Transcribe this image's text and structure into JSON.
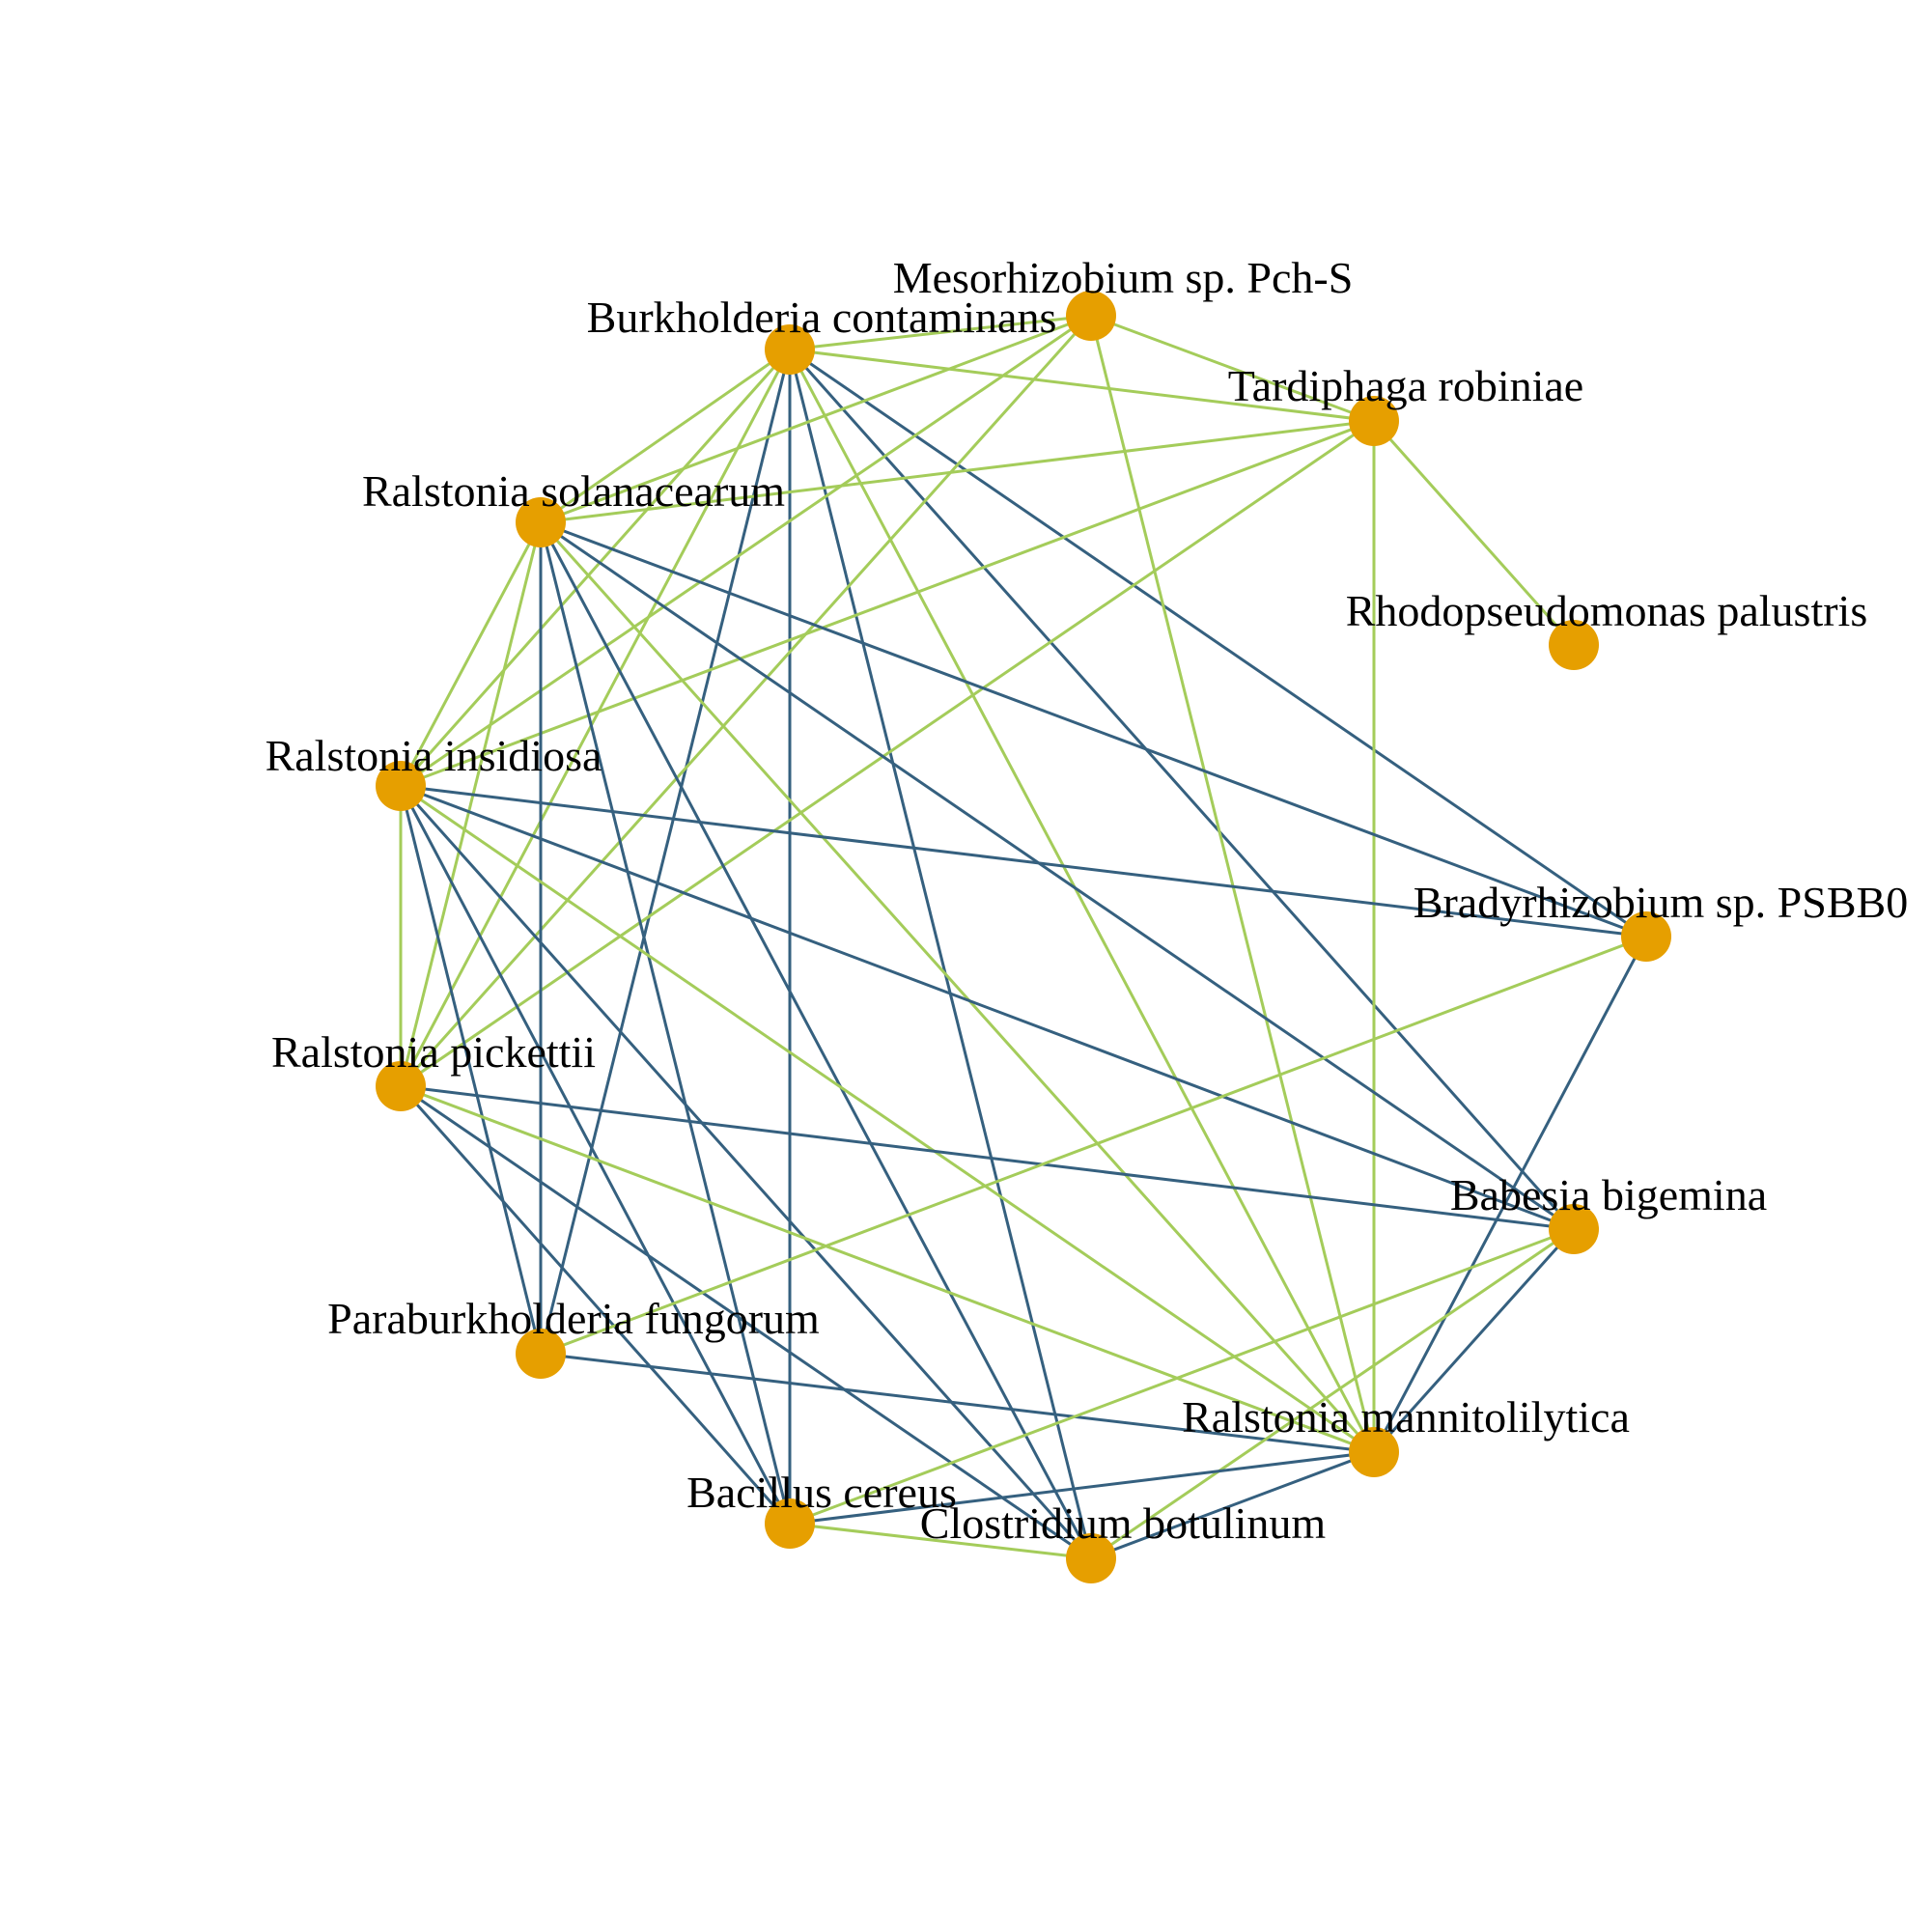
{
  "colors": {
    "node": "#E69F00",
    "positive_edge": "#A4CC5A",
    "negative_edge": "#35607F",
    "label": "#000000"
  },
  "nodes": [
    {
      "id": "mesorhizobium",
      "label": "Mesorhizobium sp. Pch-S"
    },
    {
      "id": "tardiphaga",
      "label": "Tardiphaga robiniae"
    },
    {
      "id": "rhodopseudomonas",
      "label": "Rhodopseudomonas palustris"
    },
    {
      "id": "bradyrhizobium",
      "label": "Bradyrhizobium sp. PSBB0"
    },
    {
      "id": "babesia",
      "label": "Babesia bigemina"
    },
    {
      "id": "r_mannitolilytica",
      "label": "Ralstonia mannitolilytica"
    },
    {
      "id": "clostridium",
      "label": "Clostridium botulinum"
    },
    {
      "id": "bacillus",
      "label": "Bacillus cereus"
    },
    {
      "id": "paraburkholderia",
      "label": "Paraburkholderia fungorum"
    },
    {
      "id": "r_pickettii",
      "label": "Ralstonia pickettii"
    },
    {
      "id": "r_insidiosa",
      "label": "Ralstonia insidiosa"
    },
    {
      "id": "r_solanacearum",
      "label": "Ralstonia solanacearum"
    },
    {
      "id": "burkholderia",
      "label": "Burkholderia contaminans"
    }
  ],
  "edges": [
    {
      "source": "burkholderia",
      "target": "mesorhizobium",
      "sign": "positive"
    },
    {
      "source": "burkholderia",
      "target": "tardiphaga",
      "sign": "positive"
    },
    {
      "source": "burkholderia",
      "target": "r_solanacearum",
      "sign": "positive"
    },
    {
      "source": "burkholderia",
      "target": "r_insidiosa",
      "sign": "positive"
    },
    {
      "source": "burkholderia",
      "target": "r_pickettii",
      "sign": "positive"
    },
    {
      "source": "burkholderia",
      "target": "r_mannitolilytica",
      "sign": "positive"
    },
    {
      "source": "burkholderia",
      "target": "paraburkholderia",
      "sign": "negative"
    },
    {
      "source": "burkholderia",
      "target": "bacillus",
      "sign": "negative"
    },
    {
      "source": "burkholderia",
      "target": "clostridium",
      "sign": "negative"
    },
    {
      "source": "burkholderia",
      "target": "babesia",
      "sign": "negative"
    },
    {
      "source": "burkholderia",
      "target": "bradyrhizobium",
      "sign": "negative"
    },
    {
      "source": "mesorhizobium",
      "target": "tardiphaga",
      "sign": "positive"
    },
    {
      "source": "mesorhizobium",
      "target": "r_solanacearum",
      "sign": "positive"
    },
    {
      "source": "mesorhizobium",
      "target": "r_insidiosa",
      "sign": "positive"
    },
    {
      "source": "mesorhizobium",
      "target": "r_pickettii",
      "sign": "positive"
    },
    {
      "source": "mesorhizobium",
      "target": "r_mannitolilytica",
      "sign": "positive"
    },
    {
      "source": "tardiphaga",
      "target": "rhodopseudomonas",
      "sign": "positive"
    },
    {
      "source": "tardiphaga",
      "target": "r_solanacearum",
      "sign": "positive"
    },
    {
      "source": "tardiphaga",
      "target": "r_insidiosa",
      "sign": "positive"
    },
    {
      "source": "tardiphaga",
      "target": "r_pickettii",
      "sign": "positive"
    },
    {
      "source": "tardiphaga",
      "target": "r_mannitolilytica",
      "sign": "positive"
    },
    {
      "source": "r_solanacearum",
      "target": "r_insidiosa",
      "sign": "positive"
    },
    {
      "source": "r_solanacearum",
      "target": "r_pickettii",
      "sign": "positive"
    },
    {
      "source": "r_solanacearum",
      "target": "r_mannitolilytica",
      "sign": "positive"
    },
    {
      "source": "r_solanacearum",
      "target": "paraburkholderia",
      "sign": "negative"
    },
    {
      "source": "r_solanacearum",
      "target": "bacillus",
      "sign": "negative"
    },
    {
      "source": "r_solanacearum",
      "target": "clostridium",
      "sign": "negative"
    },
    {
      "source": "r_solanacearum",
      "target": "babesia",
      "sign": "negative"
    },
    {
      "source": "r_solanacearum",
      "target": "bradyrhizobium",
      "sign": "negative"
    },
    {
      "source": "r_insidiosa",
      "target": "r_pickettii",
      "sign": "positive"
    },
    {
      "source": "r_insidiosa",
      "target": "r_mannitolilytica",
      "sign": "positive"
    },
    {
      "source": "r_insidiosa",
      "target": "paraburkholderia",
      "sign": "negative"
    },
    {
      "source": "r_insidiosa",
      "target": "bacillus",
      "sign": "negative"
    },
    {
      "source": "r_insidiosa",
      "target": "clostridium",
      "sign": "negative"
    },
    {
      "source": "r_insidiosa",
      "target": "babesia",
      "sign": "negative"
    },
    {
      "source": "r_insidiosa",
      "target": "bradyrhizobium",
      "sign": "negative"
    },
    {
      "source": "r_pickettii",
      "target": "r_mannitolilytica",
      "sign": "positive"
    },
    {
      "source": "r_pickettii",
      "target": "bacillus",
      "sign": "negative"
    },
    {
      "source": "r_pickettii",
      "target": "clostridium",
      "sign": "negative"
    },
    {
      "source": "r_pickettii",
      "target": "babesia",
      "sign": "negative"
    },
    {
      "source": "paraburkholderia",
      "target": "bradyrhizobium",
      "sign": "positive"
    },
    {
      "source": "paraburkholderia",
      "target": "r_mannitolilytica",
      "sign": "negative"
    },
    {
      "source": "bradyrhizobium",
      "target": "r_mannitolilytica",
      "sign": "negative"
    },
    {
      "source": "babesia",
      "target": "bacillus",
      "sign": "positive"
    },
    {
      "source": "babesia",
      "target": "clostridium",
      "sign": "positive"
    },
    {
      "source": "babesia",
      "target": "r_mannitolilytica",
      "sign": "negative"
    },
    {
      "source": "r_mannitolilytica",
      "target": "bacillus",
      "sign": "negative"
    },
    {
      "source": "r_mannitolilytica",
      "target": "clostridium",
      "sign": "negative"
    },
    {
      "source": "bacillus",
      "target": "clostridium",
      "sign": "positive"
    }
  ]
}
